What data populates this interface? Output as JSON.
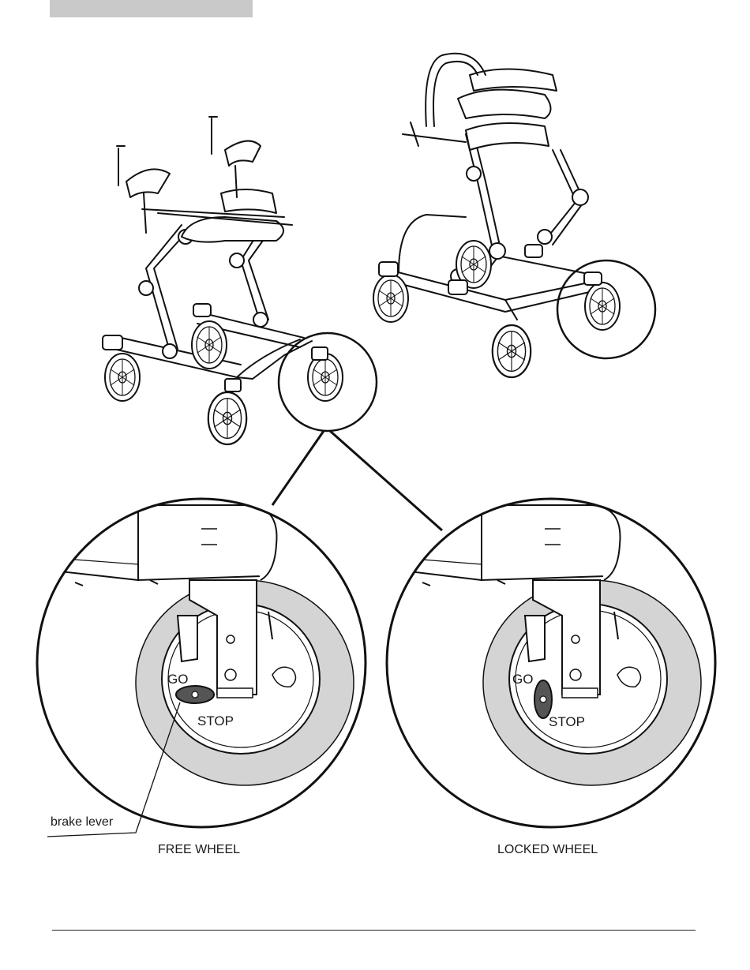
{
  "labels": {
    "left_go": "GO",
    "left_stop": "STOP",
    "right_go": "GO",
    "right_stop": "STOP",
    "brake_lever": "brake lever",
    "caption_left": "FREE WHEEL",
    "caption_right": "LOCKED WHEEL"
  },
  "colors": {
    "tire_fill": "#d4d4d4",
    "lever_fill": "#555555",
    "header_bar": "#c9c9c9"
  }
}
